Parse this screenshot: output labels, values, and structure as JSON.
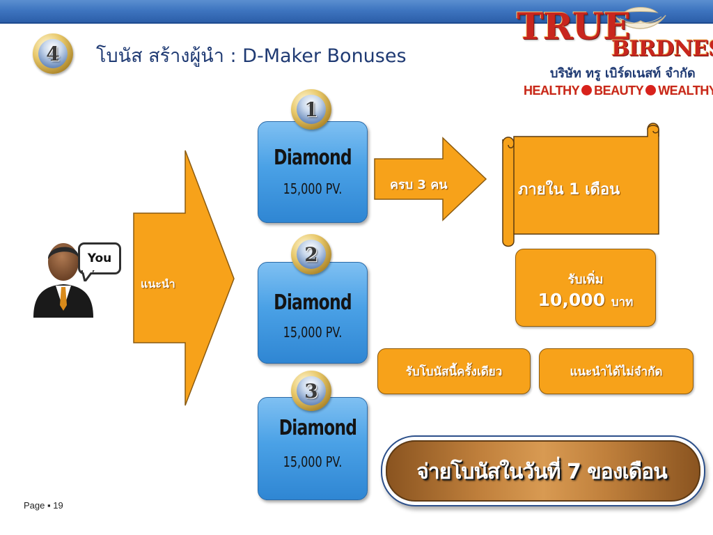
{
  "slide": {
    "badge_number": "4",
    "title": "โบนัส สร้างผู้นำ : D-Maker Bonuses"
  },
  "logo": {
    "word1": "TRUE",
    "word2": "BIRDNEST",
    "company": "บริษัท ทรู เบิร์ดเนสท์ จำกัด",
    "tag1": "HEALTHY",
    "tag2": "BEAUTY",
    "tag3": "WEALTHY"
  },
  "person": {
    "bubble": "You"
  },
  "big_arrow": {
    "label": "แนะนำ"
  },
  "diamonds": [
    {
      "number": "1",
      "name": "Diamond",
      "pv": "15,000 PV."
    },
    {
      "number": "2",
      "name": "Diamond",
      "pv": "15,000 PV."
    },
    {
      "number": "3",
      "name": "Diamond",
      "pv": "15,000 PV."
    }
  ],
  "small_arrow": {
    "label": "ครบ 3 คน"
  },
  "scroll": {
    "label": "ภายใน 1 เดือน"
  },
  "reward": {
    "line1": "รับเพิ่ม",
    "amount": "10,000",
    "unit": "บาท"
  },
  "note1": "รับโบนัสนี้ครั้งเดียว",
  "note2": "แนะนำได้ไม่จำกัด",
  "payout": "จ่ายโบนัสในวันที่  7 ของเดือน",
  "footer": {
    "page_label": "Page",
    "page_number": "19"
  },
  "colors": {
    "orange": "#f7a21a",
    "blue": "#4aa1e6",
    "header_blue": "#3d74bf",
    "brown": "#c0803c"
  }
}
